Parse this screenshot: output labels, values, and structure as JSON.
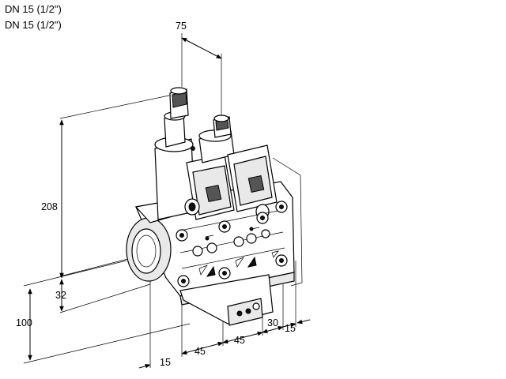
{
  "header": {
    "line1": "DN 15 (1/2\")",
    "line2": "DN 15 (1/2\")"
  },
  "dimensions": {
    "top_width": "75",
    "height": "208",
    "inlet_height": "32",
    "base_height": "100",
    "offset_left": "15",
    "spacing_1": "45",
    "spacing_2": "45",
    "right_offset": "30",
    "right_edge": "15"
  }
}
